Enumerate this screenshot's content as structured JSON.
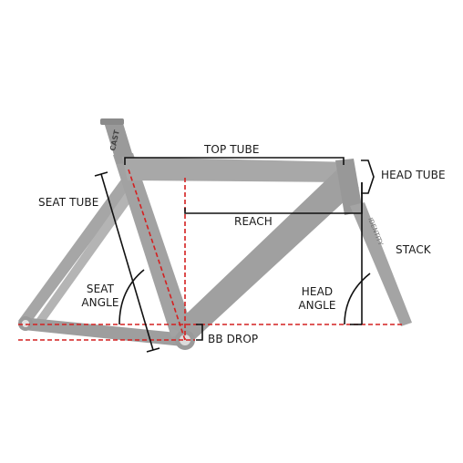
{
  "labels": {
    "top_tube": "TOP TUBE",
    "head_tube": "HEAD TUBE",
    "seat_tube": "SEAT TUBE",
    "reach": "REACH",
    "stack": "STACK",
    "seat_angle_line1": "SEAT",
    "seat_angle_line2": "ANGLE",
    "head_angle_line1": "HEAD",
    "head_angle_line2": "ANGLE",
    "bb_drop": "BB DROP"
  },
  "frame_decals": {
    "seatpost_logo": "CAST",
    "fork_logo": "IDENTITY"
  },
  "colors": {
    "frame": "#a8a8a8",
    "frame_dark": "#8e8e8e",
    "dimension_line": "#111111",
    "reference_line": "#d42020",
    "background": "#ffffff"
  }
}
